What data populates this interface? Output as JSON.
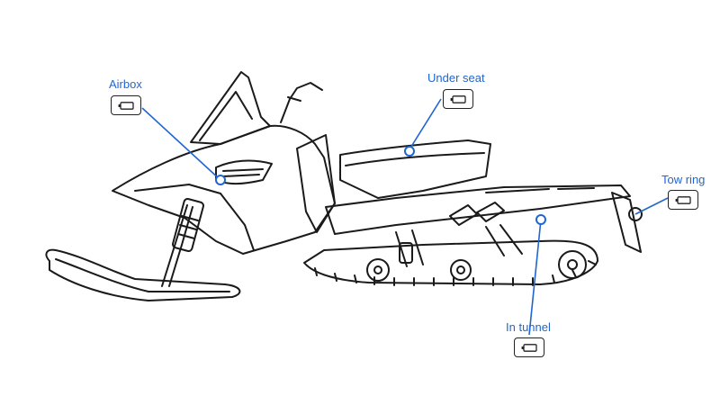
{
  "callouts": [
    {
      "id": "airbox",
      "label": "Airbox",
      "icon": "battery-icon"
    },
    {
      "id": "under-seat",
      "label": "Under seat",
      "icon": "battery-icon"
    },
    {
      "id": "tow-ring",
      "label": "Tow ring",
      "icon": "battery-icon"
    },
    {
      "id": "in-tunnel",
      "label": "In tunnel",
      "icon": "battery-icon"
    }
  ],
  "colors": {
    "accent": "#1f66d1",
    "ink": "#1a1a1a",
    "background": "#ffffff"
  }
}
